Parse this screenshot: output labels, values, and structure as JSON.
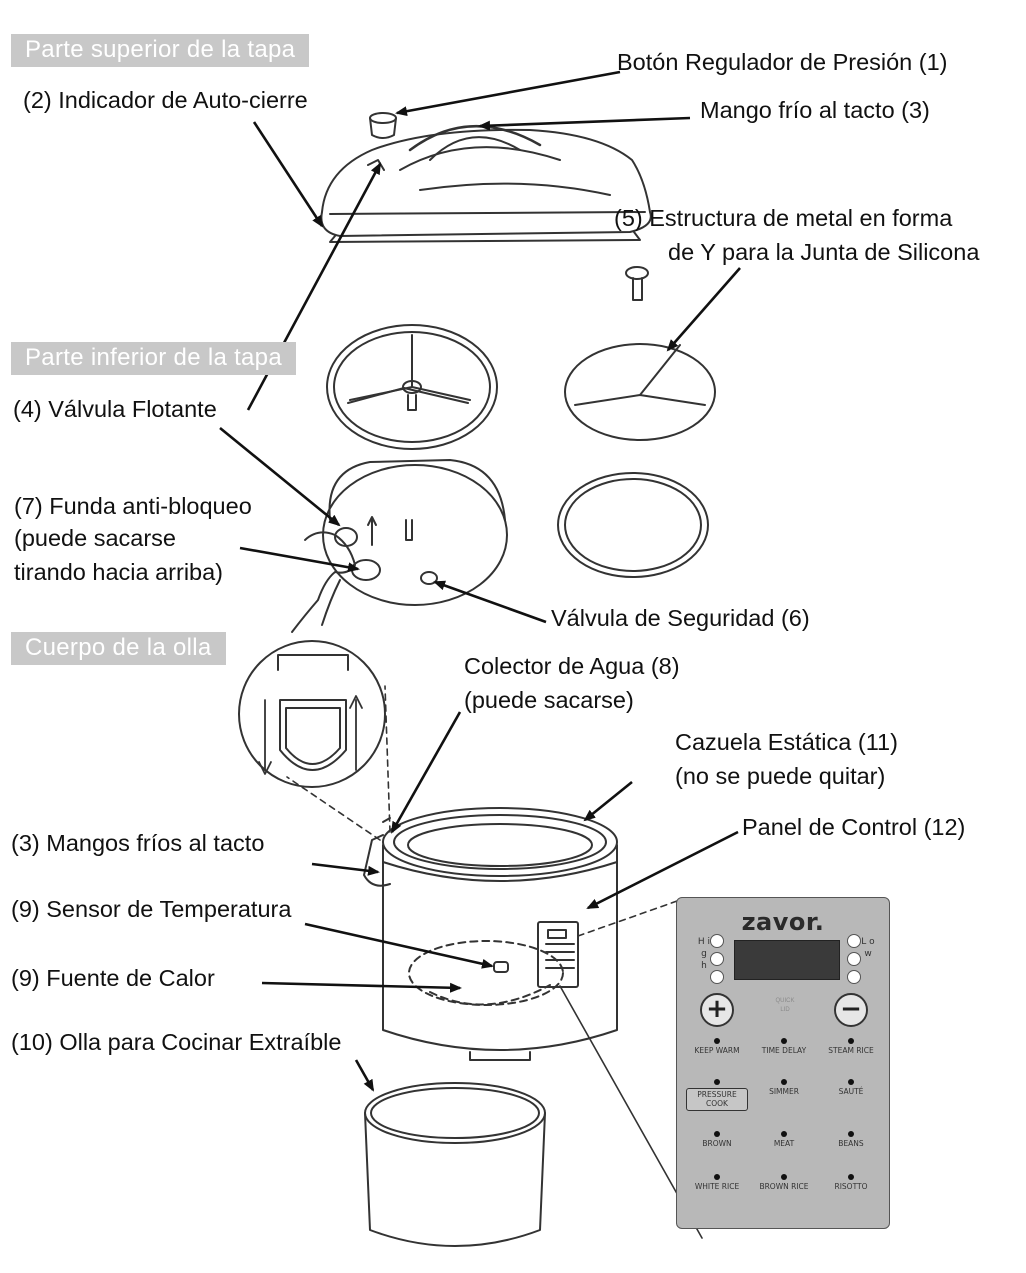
{
  "sections": {
    "top": "Parte superior de la tapa",
    "bottom": "Parte inferior de la tapa",
    "body": "Cuerpo de la olla"
  },
  "labels": {
    "l1": "Botón Regulador de Presión (1)",
    "l2": "(2) Indicador de Auto-cierre",
    "l3": "Mango frío al tacto (3)",
    "l5a": "(5) Estructura de  metal en forma",
    "l5b": "de Y para la Junta de Silicona",
    "l4": "(4) Válvula Flotante",
    "l7a": "(7) Funda anti-bloqueo",
    "l7b": "(puede sacarse",
    "l7c": "tirando hacia arriba)",
    "l6": "Válvula de Seguridad (6)",
    "l8a": "Colector de Agua (8)",
    "l8b": "(puede sacarse)",
    "l11a": "Cazuela Estática (11)",
    "l11b": "(no se puede quitar)",
    "l12": "Panel de Control (12)",
    "l3b": "(3) Mangos fríos al tacto",
    "l9a": "(9) Sensor de Temperatura",
    "l9b": "(9) Fuente de Calor",
    "l10": "(10) Olla para Cocinar Extraíble"
  },
  "panel": {
    "brand": "zavor.",
    "high_letters": "H i g h",
    "low_letters": "L o w",
    "plus": "+",
    "minus": "−",
    "center_top": "QUICK",
    "center_bottom": "LID",
    "buttons": [
      {
        "label": "KEEP WARM"
      },
      {
        "label": "TIME DELAY"
      },
      {
        "label": "STEAM RICE"
      },
      {
        "label": "PRESSURE COOK"
      },
      {
        "label": "SIMMER"
      },
      {
        "label": "SAUTÉ"
      },
      {
        "label": "BROWN"
      },
      {
        "label": "MEAT"
      },
      {
        "label": "BEANS"
      },
      {
        "label": "WHITE RICE"
      },
      {
        "label": "BROWN RICE"
      },
      {
        "label": "RISOTTO"
      }
    ]
  }
}
